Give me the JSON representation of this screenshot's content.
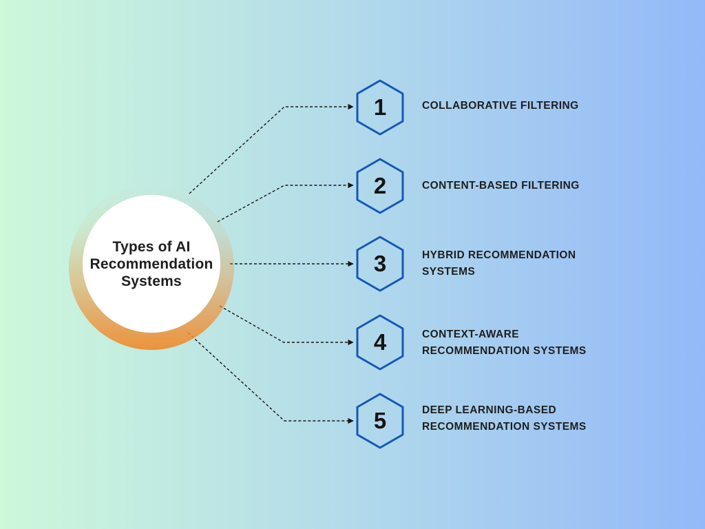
{
  "diagram": {
    "type": "radial-list-infographic",
    "hub": {
      "title_lines": [
        "Types of AI",
        "Recommendation",
        "Systems"
      ]
    },
    "nodes": [
      {
        "number": "1",
        "lines": [
          "COLLABORATIVE FILTERING"
        ]
      },
      {
        "number": "2",
        "lines": [
          "CONTENT-BASED FILTERING"
        ]
      },
      {
        "number": "3",
        "lines": [
          "HYBRID RECOMMENDATION",
          "SYSTEMS"
        ]
      },
      {
        "number": "4",
        "lines": [
          "CONTEXT-AWARE",
          "RECOMMENDATION SYSTEMS"
        ]
      },
      {
        "number": "5",
        "lines": [
          "DEEP LEARNING-BASED",
          "RECOMMENDATION SYSTEMS"
        ]
      }
    ],
    "colors": {
      "background_left": "#cdf8da",
      "background_right": "#93b9f9",
      "hub_ring_orange": "#ef9440",
      "hub_fill": "#ffffff",
      "hexagon_stroke": "#1457b8",
      "connector": "#151515",
      "text": "#1e1e1e"
    }
  }
}
